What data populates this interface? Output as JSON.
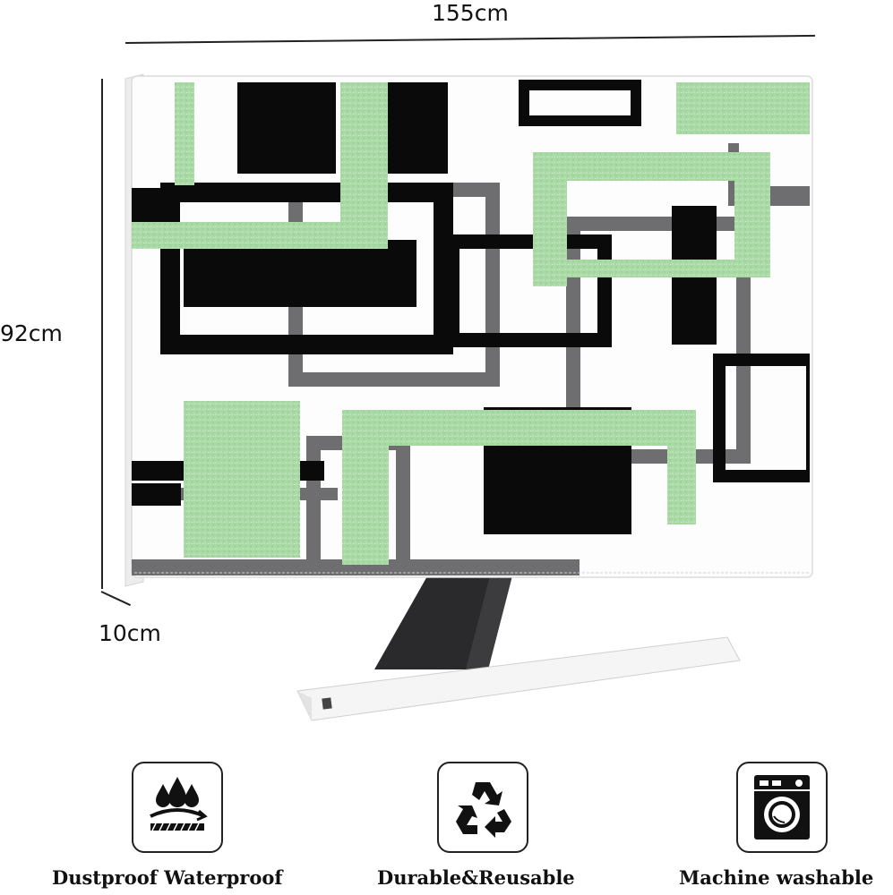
{
  "dimensions": {
    "width_label": "155cm",
    "height_label": "92cm",
    "depth_label": "10cm"
  },
  "features": [
    {
      "label": "Dustproof Waterproof",
      "icon": "water-drops-icon"
    },
    {
      "label": "Durable&Reusable",
      "icon": "recycle-icon"
    },
    {
      "label": "Machine washable",
      "icon": "washing-machine-icon"
    }
  ],
  "colors": {
    "glitter_green": "#a9d9a5",
    "pattern_black": "#0a0a0a",
    "pattern_gray": "#6e6e70",
    "stand_dark": "#2a2a2c",
    "cover_white": "#fdfdfd"
  }
}
